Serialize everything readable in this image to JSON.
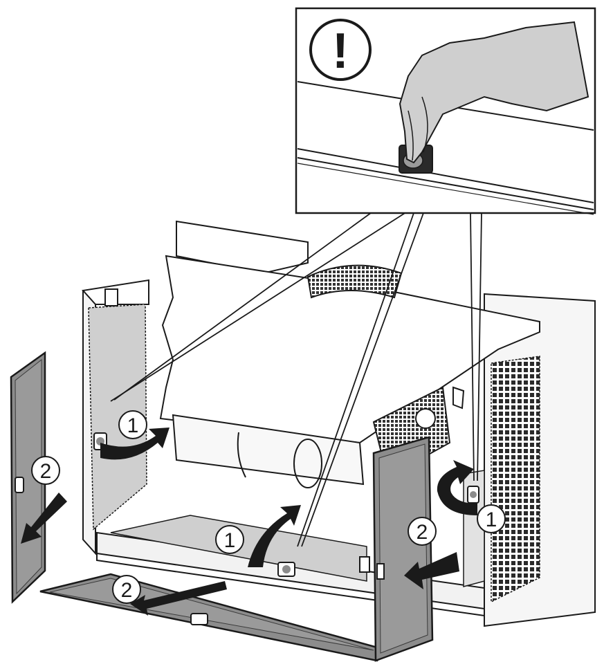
{
  "callouts": {
    "warning_symbol": "!",
    "step_left_rotate": "1",
    "step_bottom_rotate": "1",
    "step_right_rotate": "1",
    "step_left_remove": "2",
    "step_bottom_remove": "2",
    "step_right_remove": "2"
  },
  "icons": {
    "warning": "exclamation-circle-icon",
    "hand": "gloved-hand-icon",
    "arrow_rotate": "curved-arrow-icon",
    "arrow_remove": "straight-arrow-icon"
  },
  "colors": {
    "line": "#1a1a1a",
    "filter_dark": "#8c8c8c",
    "filter_light": "#cfcfcf",
    "housing_shade": "#ececec",
    "arrow_fill": "#1a1a1a"
  }
}
